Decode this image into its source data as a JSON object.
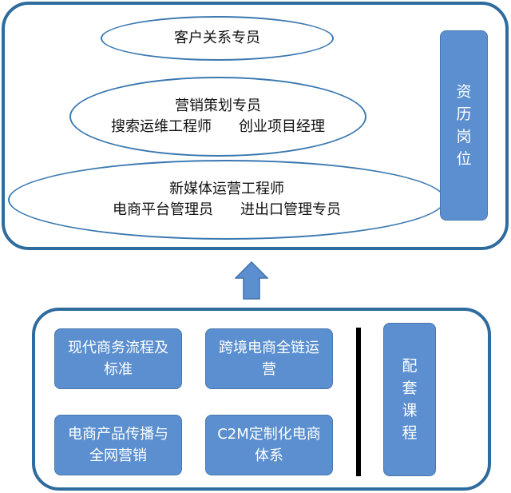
{
  "jobs_panel": {
    "tiers": [
      {
        "lines": [
          "客户关系专员"
        ]
      },
      {
        "lines": [
          "营销策划专员",
          [
            "搜索运维工程师",
            "创业项目经理"
          ]
        ]
      },
      {
        "lines": [
          "新媒体运营工程师",
          [
            "电商平台管理员",
            "进出口管理专员"
          ]
        ]
      }
    ],
    "side_label": [
      "资",
      "历",
      "岗",
      "位"
    ]
  },
  "courses_panel": {
    "courses": [
      "现代商务流程及标准",
      "跨境电商全链运营",
      "电商产品传播与全网营销",
      "C2M定制化电商体系"
    ],
    "side_label": [
      "配",
      "套",
      "课",
      "程"
    ]
  },
  "colors": {
    "accent": "#5b8fcf",
    "border": "#2e6b9e"
  },
  "icons": {
    "arrow": "up-arrow-icon"
  }
}
